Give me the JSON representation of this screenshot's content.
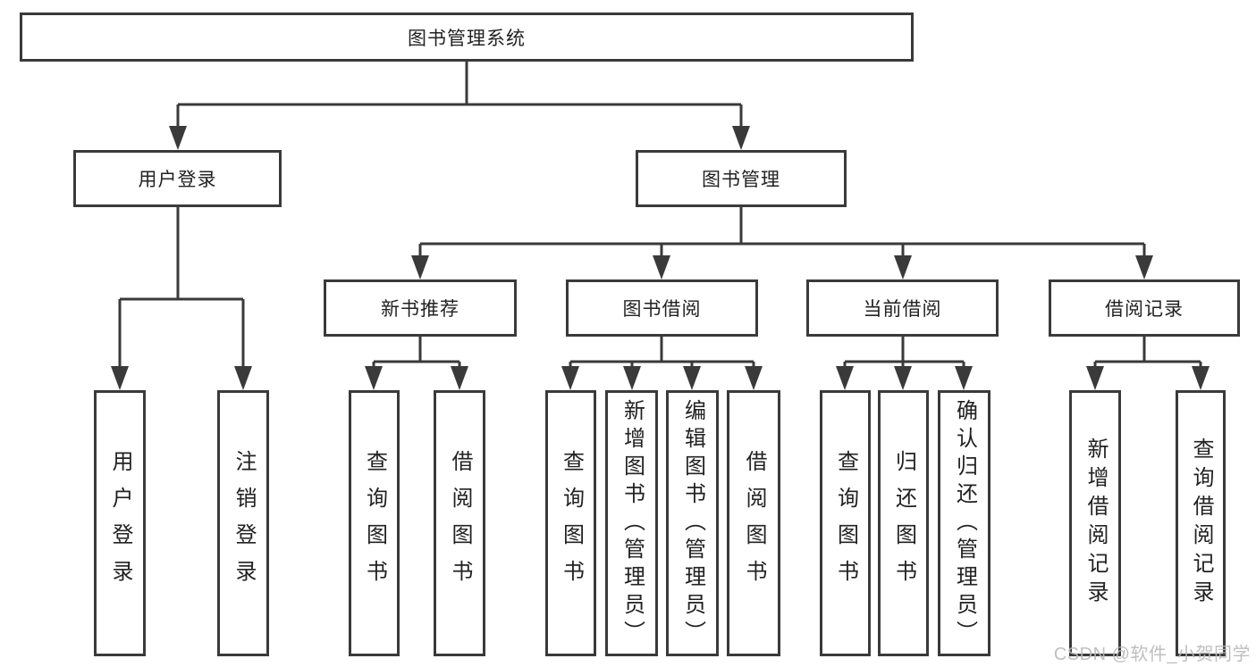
{
  "diagram_type": "hierarchy-tree",
  "tree": {
    "root": {
      "label": "图书管理系统",
      "children": [
        {
          "label": "用户登录",
          "children": [
            {
              "label": "用户登录"
            },
            {
              "label": "注销登录"
            }
          ]
        },
        {
          "label": "图书管理",
          "children": [
            {
              "label": "新书推荐",
              "children": [
                {
                  "label": "查询图书"
                },
                {
                  "label": "借阅图书"
                }
              ]
            },
            {
              "label": "图书借阅",
              "children": [
                {
                  "label": "查询图书"
                },
                {
                  "label": "新增图书（管理员）"
                },
                {
                  "label": "编辑图书（管理员）"
                },
                {
                  "label": "借阅图书"
                }
              ]
            },
            {
              "label": "当前借阅",
              "children": [
                {
                  "label": "查询图书"
                },
                {
                  "label": "归还图书"
                },
                {
                  "label": "确认归还（管理员）"
                }
              ]
            },
            {
              "label": "借阅记录",
              "children": [
                {
                  "label": "新增借阅记录"
                },
                {
                  "label": "查询借阅记录"
                }
              ]
            }
          ]
        }
      ]
    }
  },
  "watermark": {
    "text": "CSDN @软件_小贺同学"
  },
  "colors": {
    "line": "#3a3a3a",
    "text": "#222222",
    "watermark": "#b9b9b9",
    "background": "#ffffff"
  }
}
